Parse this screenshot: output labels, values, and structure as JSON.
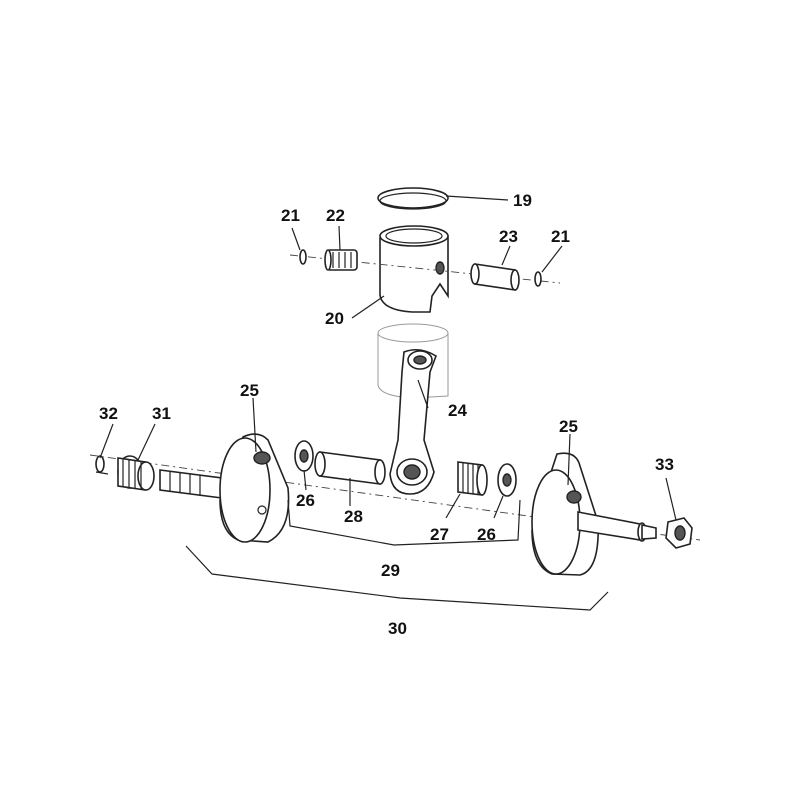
{
  "parts": [
    {
      "id": "p19",
      "number": "19"
    },
    {
      "id": "p20",
      "number": "20"
    },
    {
      "id": "p21a",
      "number": "21"
    },
    {
      "id": "p21b",
      "number": "21"
    },
    {
      "id": "p22",
      "number": "22"
    },
    {
      "id": "p23",
      "number": "23"
    },
    {
      "id": "p24",
      "number": "24"
    },
    {
      "id": "p25a",
      "number": "25"
    },
    {
      "id": "p25b",
      "number": "25"
    },
    {
      "id": "p26a",
      "number": "26"
    },
    {
      "id": "p26b",
      "number": "26"
    },
    {
      "id": "p27",
      "number": "27"
    },
    {
      "id": "p28",
      "number": "28"
    },
    {
      "id": "p29",
      "number": "29"
    },
    {
      "id": "p30",
      "number": "30"
    },
    {
      "id": "p31",
      "number": "31"
    },
    {
      "id": "p32",
      "number": "32"
    },
    {
      "id": "p33",
      "number": "33"
    }
  ]
}
